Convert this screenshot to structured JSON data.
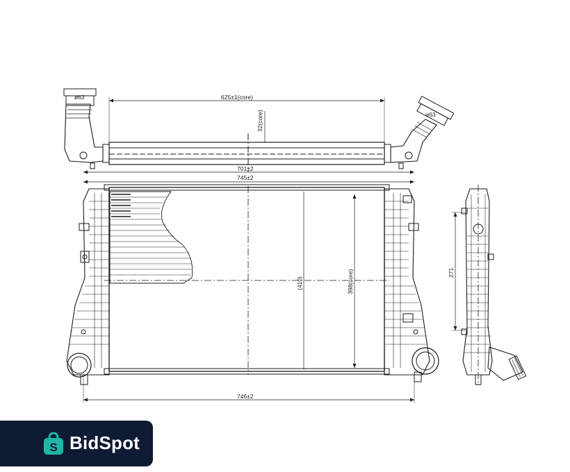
{
  "dimensions": {
    "top_core_width": "625±1(core)",
    "top_core_height": "32(core)",
    "top_overall": "701±2",
    "front_top_width": "745±2",
    "front_bottom_width": "746±2",
    "front_height_inner": "(410)",
    "front_core_height": "398(core)",
    "side_height": "271",
    "pipe_left": "ø63",
    "pipe_right": "ø63"
  },
  "brand": {
    "name": "BidSpot",
    "color": "#0f1a33",
    "accent": "#1fb6a6",
    "icon": "shopping-bag-icon"
  }
}
